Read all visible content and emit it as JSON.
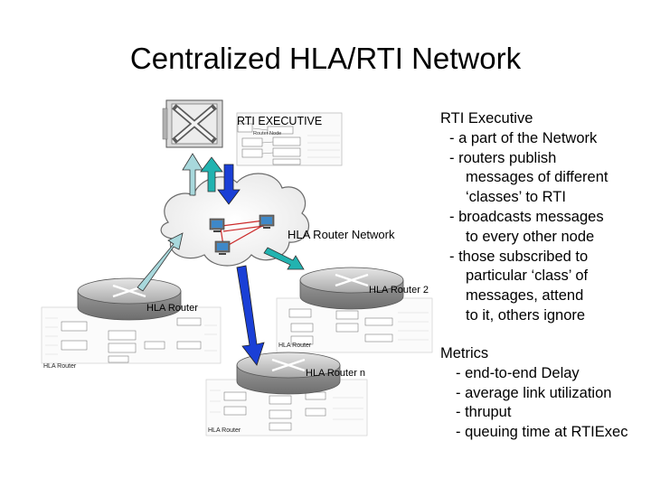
{
  "title": "Centralized HLA/RTI Network",
  "diagram": {
    "rti_executive_label": "RTI EXECUTIVE",
    "router_node_label": "Router Node",
    "network_label": "HLA Router Network",
    "router_left_label": "HLA Router",
    "router_2_label": "HLA Router 2",
    "router_n_label": "HLA Router n",
    "router_left_caption": "HLA Router",
    "router_2_caption": "HLA Router",
    "router_n_caption": "HLA Router"
  },
  "rti_text": {
    "heading": "RTI Executive",
    "lines": [
      "- a part of the Network",
      "- routers publish",
      "messages of different",
      "‘classes’ to RTI",
      "- broadcasts messages",
      "to every other node",
      "- those subscribed to",
      "particular ‘class’ of",
      "messages, attend",
      "to it, others ignore"
    ]
  },
  "metrics_text": {
    "heading": "Metrics",
    "items": [
      "- end-to-end Delay",
      "- average link utilization",
      "- thruput",
      "- queuing time at RTIExec"
    ]
  },
  "colors": {
    "arrow_blue": "#1a3fd6",
    "arrow_teal": "#22b3b0",
    "arrow_light": "#a8d8dc",
    "router_gray": "#b8b8b8",
    "cloud_stroke": "#6b6b6b"
  }
}
